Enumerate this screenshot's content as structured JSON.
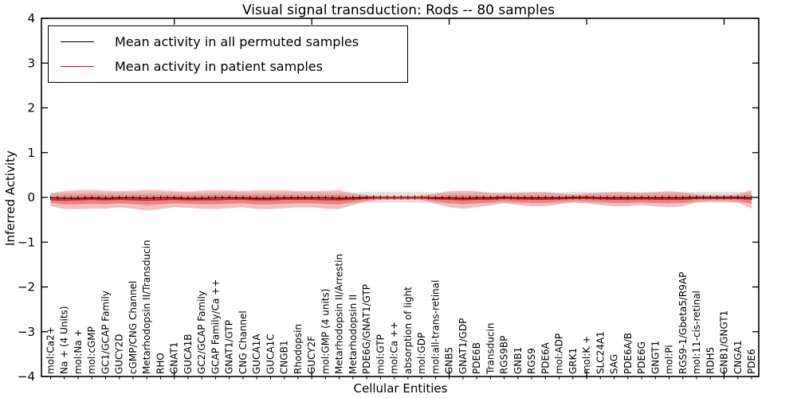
{
  "chart_data": {
    "type": "line",
    "title": "Visual signal transduction: Rods -- 80 samples",
    "xlabel": "Cellular Entities",
    "ylabel": "Inferred Activity",
    "ylim": [
      -4,
      4
    ],
    "yticks": [
      4,
      3,
      2,
      1,
      0,
      -1,
      -2,
      -3,
      -4
    ],
    "xtick_major_indices": [
      9,
      19,
      29,
      39,
      49
    ],
    "grid": false,
    "legend_position": "upper left",
    "legend": [
      {
        "label": "Mean activity in all permuted samples",
        "color": "#000000"
      },
      {
        "label": "Mean activity in patient samples",
        "color": "#ff0000"
      }
    ],
    "categories": [
      "mol:Ca2+",
      "Na + (4 Units)",
      "mol:Na +",
      "mol:cGMP",
      "GC1/GCAP Family",
      "GUCY2D",
      "cGMP/CNG Channel",
      "Metarhodopsin II/Transducin",
      "RHO",
      "GNAT1",
      "GUCA1B",
      "GC2/GCAP Family",
      "GCAP Family/Ca ++",
      "GNAT1/GTP",
      "CNG Channel",
      "GUCA1A",
      "GUCA1C",
      "CNGB1",
      "Rhodopsin",
      "GUCY2F",
      "mol:GMP (4 units)",
      "Metarhodopsin II/Arrestin",
      "Metarhodopsin II",
      "PDE6G/GNAT1/GTP",
      "mol:GTP",
      "mol:Ca ++",
      "absorption of light",
      "mol:GDP",
      "mol:all-trans-retinal",
      "GNB5",
      "GNAT1/GDP",
      "PDE6B",
      "Transducin",
      "RGS9BP",
      "GNB1",
      "RGS9",
      "PDE6A",
      "mol:ADP",
      "GRK1",
      "mol:K +",
      "SLC24A1",
      "SAG",
      "PDE6A/B",
      "PDE6G",
      "GNGT1",
      "mol:Pi",
      "RGS9-1/Gbeta5/R9AP",
      "mol:11-cis-retinal",
      "RDH5",
      "GNB1/GNGT1",
      "CNGA1",
      "PDE6"
    ],
    "series": [
      {
        "name": "Mean activity in all permuted samples",
        "color": "#000000",
        "values": [
          -0.01,
          -0.02,
          -0.02,
          -0.01,
          -0.02,
          -0.01,
          -0.01,
          -0.02,
          -0.01,
          -0.01,
          -0.02,
          -0.02,
          -0.01,
          -0.01,
          -0.01,
          -0.02,
          -0.02,
          -0.01,
          -0.01,
          -0.01,
          -0.01,
          -0.02,
          -0.01,
          0.0,
          0.0,
          0.0,
          0.0,
          0.0,
          -0.01,
          -0.01,
          -0.02,
          -0.01,
          -0.01,
          0.0,
          -0.01,
          -0.01,
          -0.01,
          -0.01,
          0.0,
          0.0,
          -0.01,
          -0.01,
          -0.01,
          -0.01,
          -0.01,
          -0.01,
          -0.01,
          0.0,
          0.0,
          0.0,
          0.0,
          -0.01
        ]
      },
      {
        "name": "Mean activity in patient samples",
        "color": "#ff0000",
        "values": [
          -0.05,
          -0.06,
          -0.05,
          -0.04,
          -0.05,
          -0.04,
          -0.05,
          -0.06,
          -0.05,
          -0.04,
          -0.05,
          -0.05,
          -0.05,
          -0.04,
          -0.04,
          -0.05,
          -0.05,
          -0.04,
          -0.04,
          -0.04,
          -0.05,
          -0.05,
          -0.04,
          -0.02,
          -0.01,
          -0.01,
          -0.01,
          -0.01,
          -0.03,
          -0.04,
          -0.05,
          -0.04,
          -0.04,
          -0.02,
          -0.03,
          -0.04,
          -0.04,
          -0.03,
          -0.02,
          -0.02,
          -0.03,
          -0.04,
          -0.04,
          -0.03,
          -0.04,
          -0.04,
          -0.04,
          -0.02,
          -0.02,
          -0.02,
          -0.02,
          -0.04
        ]
      }
    ],
    "bands": {
      "patient_std_halfwidth": [
        0.14,
        0.2,
        0.21,
        0.21,
        0.2,
        0.18,
        0.2,
        0.23,
        0.21,
        0.18,
        0.18,
        0.2,
        0.21,
        0.2,
        0.18,
        0.21,
        0.21,
        0.2,
        0.18,
        0.18,
        0.2,
        0.21,
        0.13,
        0.07,
        0.04,
        0.04,
        0.04,
        0.05,
        0.11,
        0.18,
        0.2,
        0.18,
        0.14,
        0.11,
        0.14,
        0.16,
        0.16,
        0.12,
        0.09,
        0.11,
        0.14,
        0.16,
        0.16,
        0.14,
        0.16,
        0.18,
        0.16,
        0.09,
        0.07,
        0.07,
        0.09,
        0.21
      ],
      "patient_band_color": "#e85555",
      "permuted_band_halfwidth": 0.12,
      "permuted_band_color": "#bbbbbb"
    }
  }
}
